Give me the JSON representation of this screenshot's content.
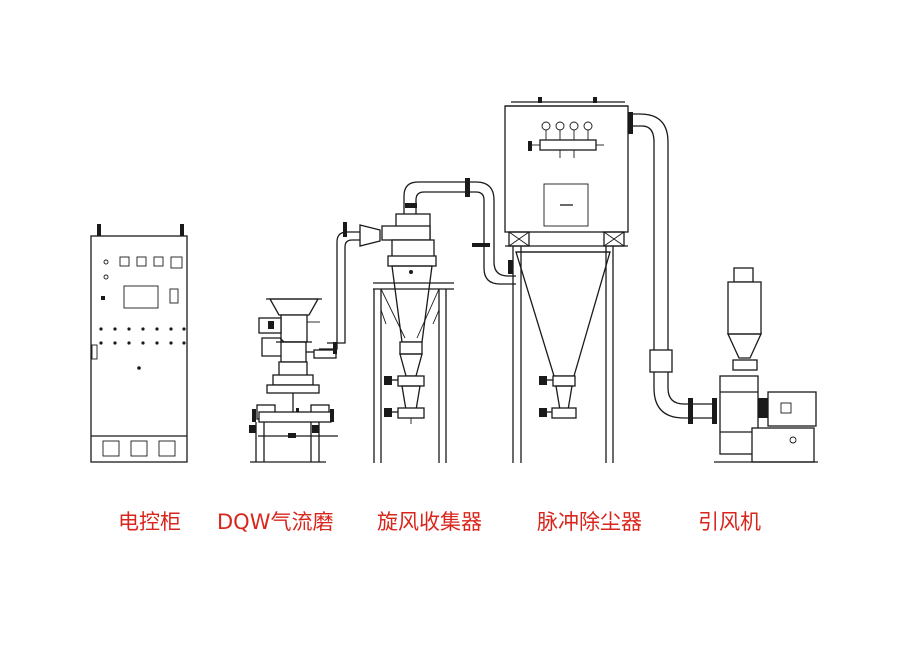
{
  "colors": {
    "line": "#1a1a1a",
    "label": "#d9261c",
    "background": "#ffffff"
  },
  "labels": {
    "control_cabinet": "电控柜",
    "jet_mill": "DQW气流磨",
    "cyclone_collector": "旋风收集器",
    "pulse_dust_collector": "脉冲除尘器",
    "induced_draft_fan": "引风机"
  }
}
